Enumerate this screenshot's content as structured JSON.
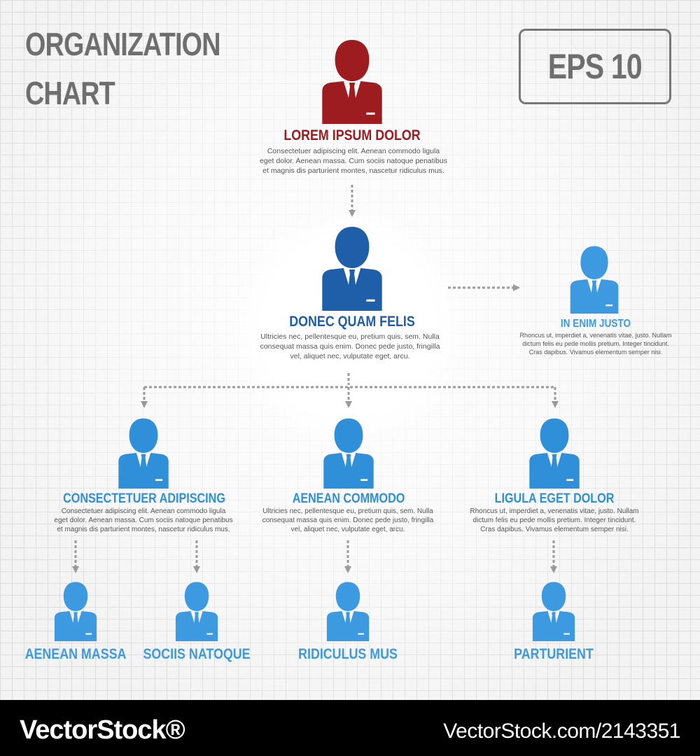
{
  "header": {
    "title_line1": "ORGANIZATION",
    "title_line2": "CHART",
    "badge": "EPS 10"
  },
  "colors": {
    "top": "#9c1c20",
    "mid": "#1f5ea8",
    "light": "#2f8fd8",
    "lighter": "#3d9ae0",
    "connector": "#9a9a9a",
    "title": "#6f6f6f"
  },
  "nodes": {
    "top": {
      "name": "LOREM IPSUM DOLOR",
      "lines": [
        "Consectetuer adipiscing elit. Aenean commodo ligula",
        "eget dolor. Aenean massa. Cum sociis natoque penatibus",
        "et magnis dis parturient montes, nascetur ridiculus mus."
      ]
    },
    "manager": {
      "name": "DONEC QUAM FELIS",
      "lines": [
        "Ultricies nec, pellentesque eu, pretium quis, sem. Nulla",
        "consequat massa quis enim. Donec pede justo, fringilla",
        "vel, aliquet nec, vulputate eget, arcu."
      ]
    },
    "assistant": {
      "name": "IN ENIM JUSTO",
      "lines": [
        "Rhoncus ut, imperdiet a, venenatis vitae, justo. Nullam",
        "dictum felis eu pede mollis pretium. Integer tincidunt.",
        "Cras dapibus. Vivamus elementum semper nisi."
      ]
    },
    "left": {
      "name": "CONSECTETUER ADIPISCING",
      "lines": [
        "Consectetuer adipiscing elit. Aenean commodo ligula",
        "eget dolor. Aenean massa. Cum sociis natoque penatibus",
        "et magnis dis parturient montes, nascetur ridiculus mus."
      ]
    },
    "center": {
      "name": "AENEAN COMMODO",
      "lines": [
        "Ultricies nec, pellentesque eu, pretium quis, sem. Nulla",
        "consequat massa quis enim. Donec pede justo, fringilla",
        "vel, aliquet nec, vulputate eget, arcu."
      ]
    },
    "right": {
      "name": "LIGULA EGET DOLOR",
      "lines": [
        "Rhoncus ut, imperdiet a, venenatis vitae, justo. Nullam",
        "dictum felis eu pede mollis pretium. Integer tincidunt.",
        "Cras dapibus. Vivamus elementum semper nisi."
      ]
    },
    "leaf1": {
      "name": "AENEAN MASSA"
    },
    "leaf2": {
      "name": "SOCIIS NATOQUE"
    },
    "leaf3": {
      "name": "RIDICULUS MUS"
    },
    "leaf4": {
      "name": "PARTURIENT"
    }
  },
  "footer": {
    "brand": "VectorStock®",
    "url": "VectorStock.com/2143351"
  }
}
